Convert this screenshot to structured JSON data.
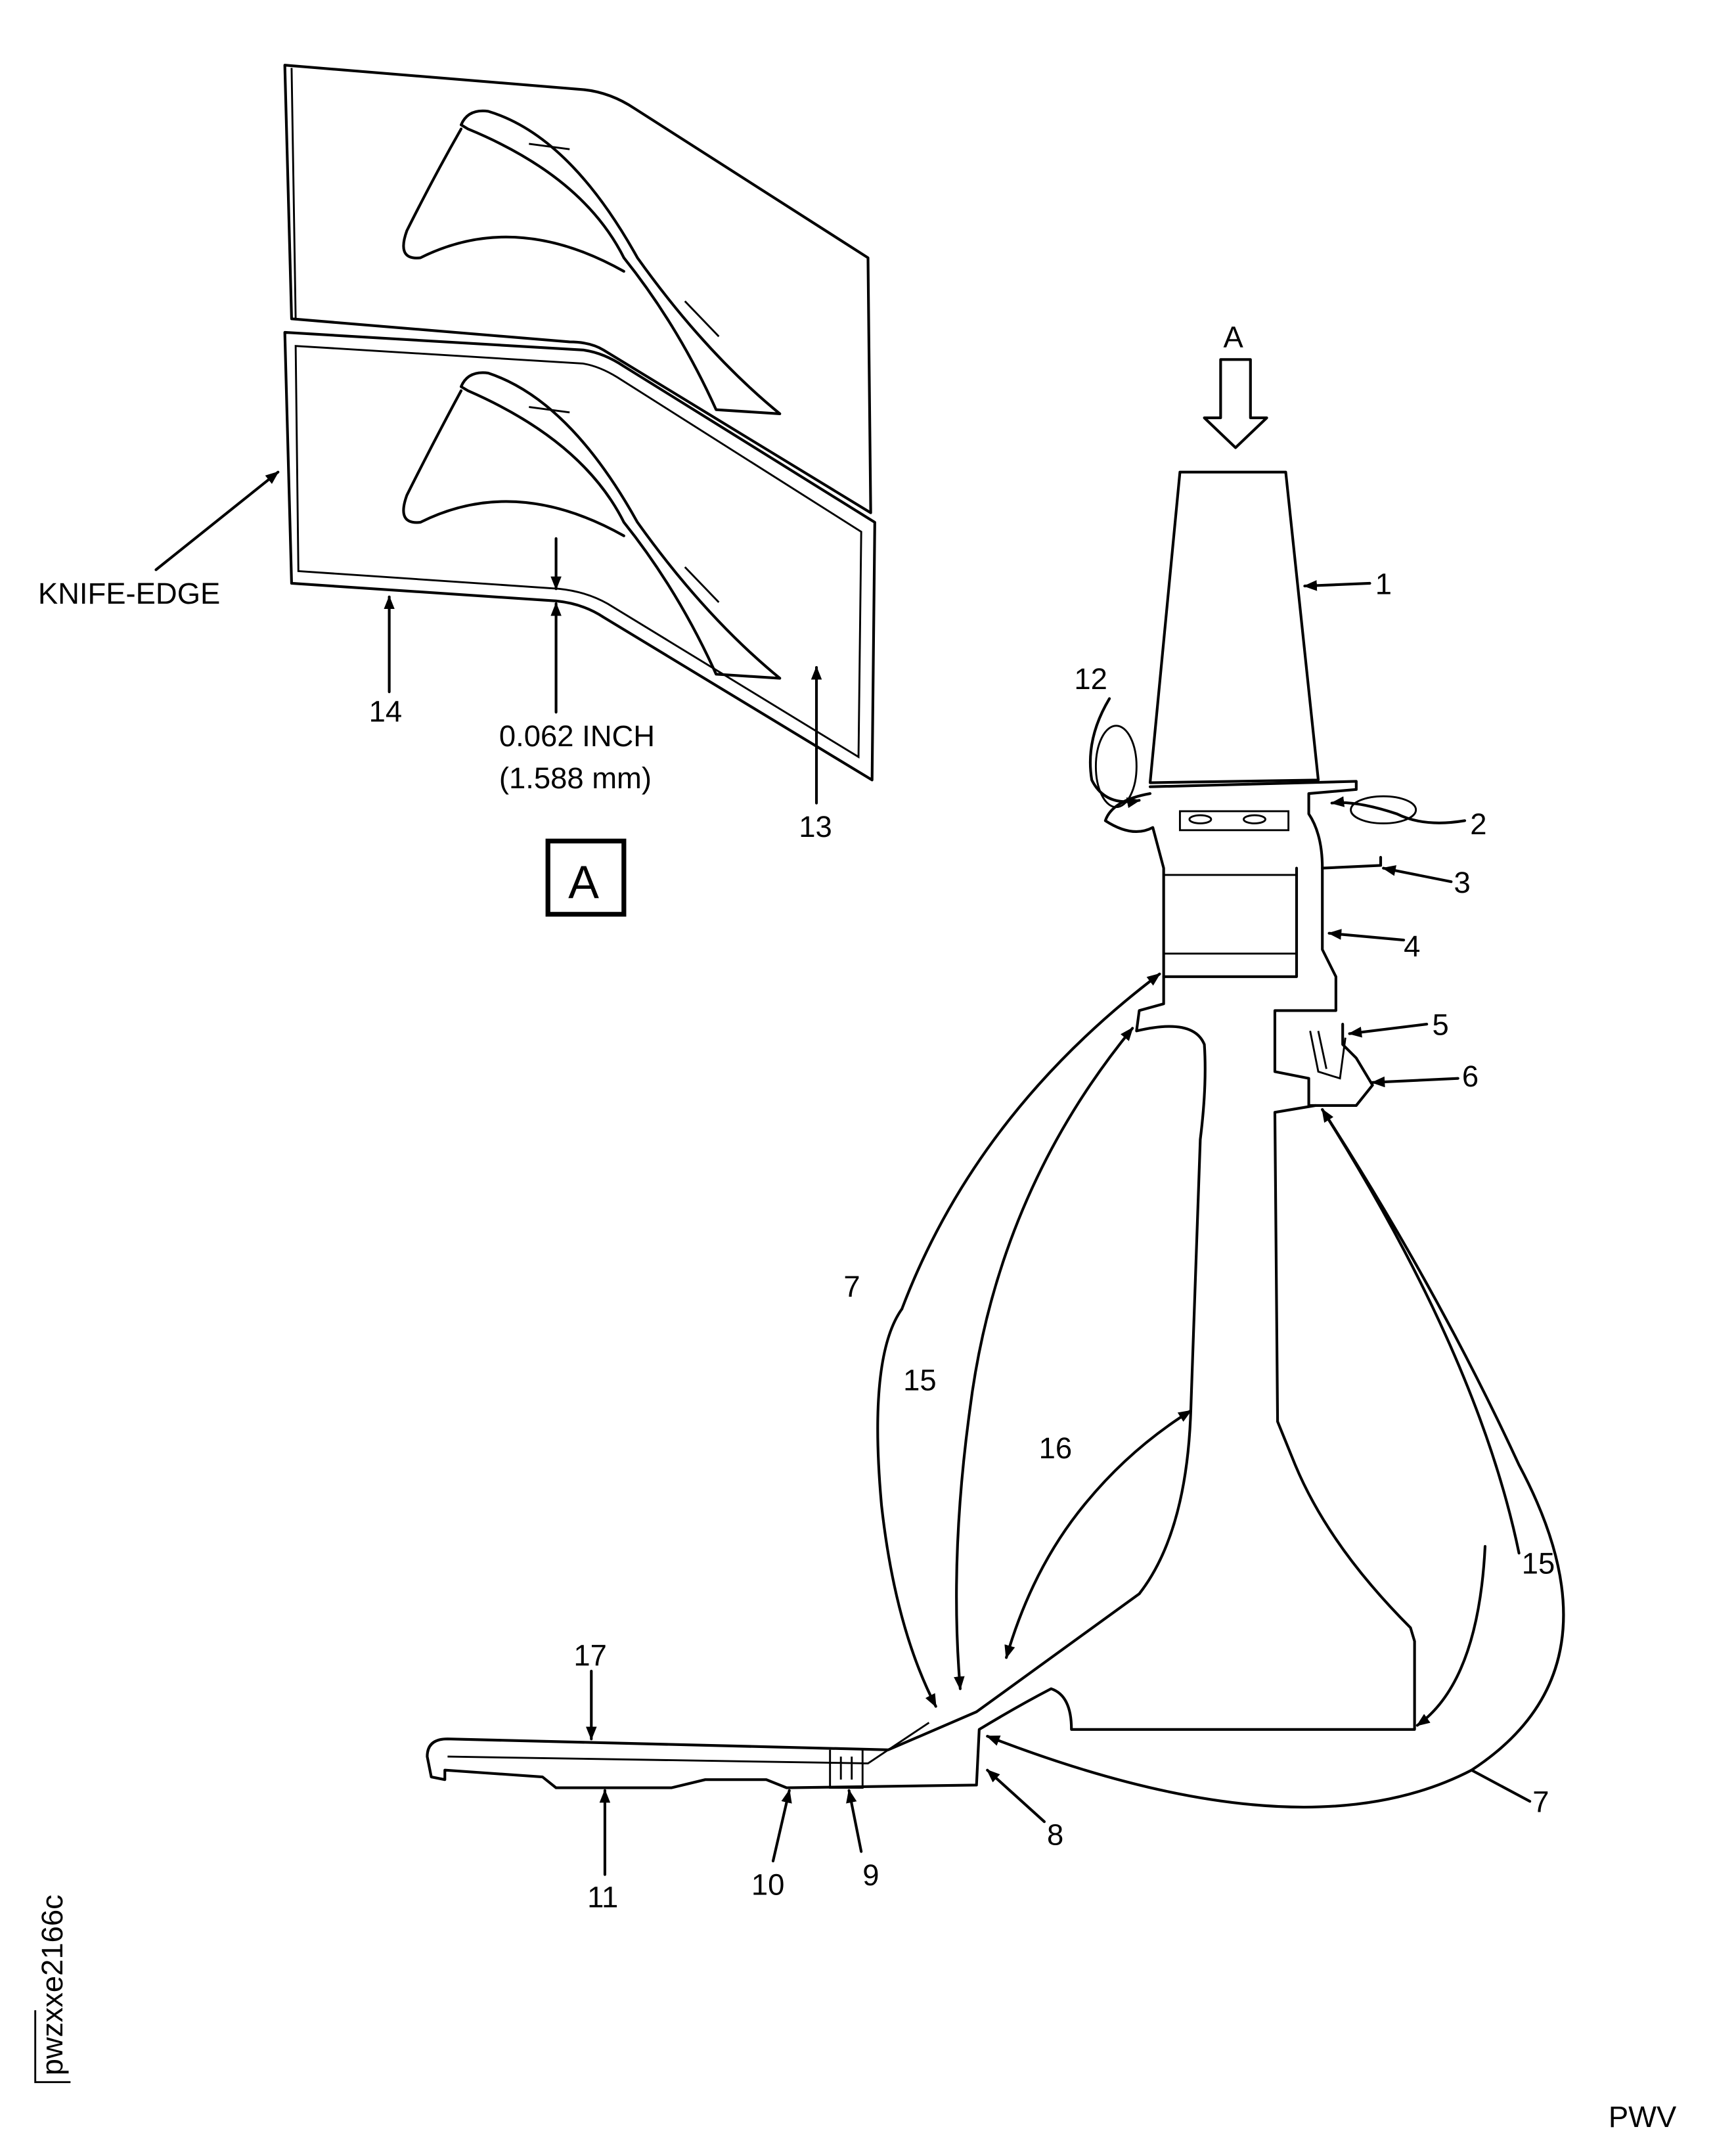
{
  "view_label": "A",
  "detail_label": "A",
  "detail": {
    "knife_edge": "KNIFE-EDGE",
    "dim_inch": "0.062 INCH",
    "dim_mm": "(1.588 mm)",
    "callout_14": "14",
    "callout_13": "13"
  },
  "callouts": {
    "c1": "1",
    "c2": "2",
    "c3": "3",
    "c4": "4",
    "c5": "5",
    "c6": "6",
    "c7a": "7",
    "c7b": "7",
    "c8": "8",
    "c9": "9",
    "c10": "10",
    "c11": "11",
    "c12": "12",
    "c15a": "15",
    "c15b": "15",
    "c16": "16",
    "c17": "17"
  },
  "figure_id": "pwzxxe2166c",
  "footer": "PWV"
}
